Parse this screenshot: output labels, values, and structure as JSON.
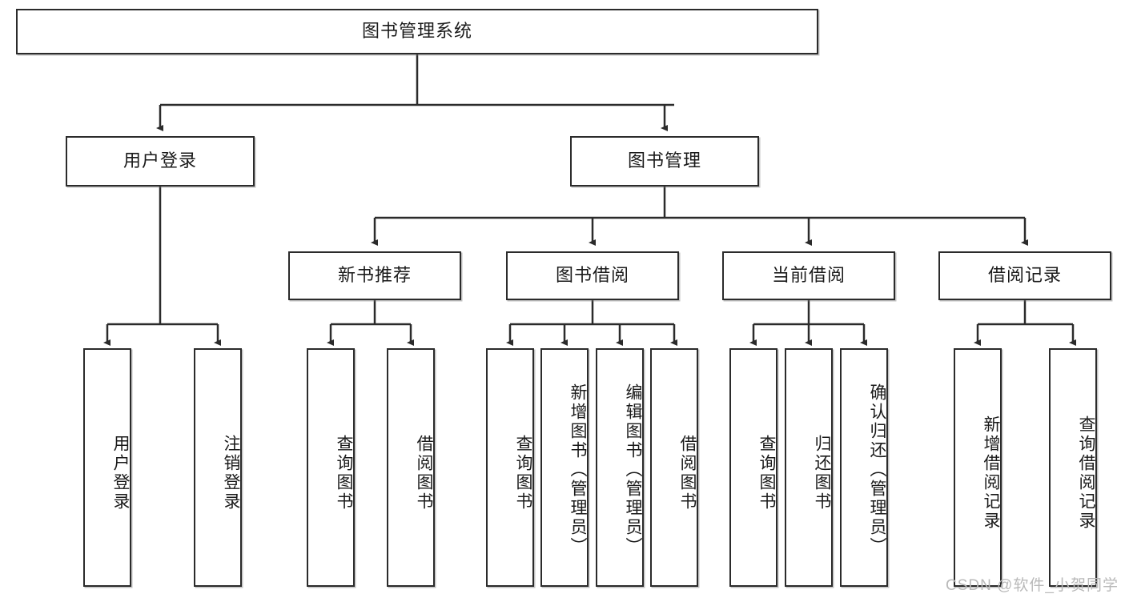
{
  "diagram": {
    "title": "图书管理系统",
    "type": "tree-hierarchy",
    "watermark": "CSDN @软件_小贺同学",
    "colors": {
      "box_border": "#2b2b2b",
      "box_fill": "#ffffff",
      "edge": "#2b2b2b",
      "text": "#1a1a1a",
      "watermark": "#b9b9b9"
    },
    "levels": {
      "root": {
        "label": "图书管理系统"
      },
      "level1": [
        {
          "label": "用户登录"
        },
        {
          "label": "图书管理"
        }
      ],
      "level2": [
        {
          "label": "新书推荐"
        },
        {
          "label": "图书借阅"
        },
        {
          "label": "当前借阅"
        },
        {
          "label": "借阅记录"
        }
      ],
      "leaves": {
        "user_login": [
          {
            "label": "用户登录"
          },
          {
            "label": "注销登录"
          }
        ],
        "new_book_recommend": [
          {
            "label": "查询图书"
          },
          {
            "label": "借阅图书"
          }
        ],
        "book_borrow": [
          {
            "label": "查询图书"
          },
          {
            "label": "新增图书（管理员）"
          },
          {
            "label": "编辑图书（管理员）"
          },
          {
            "label": "借阅图书"
          }
        ],
        "current_borrow": [
          {
            "label": "查询图书"
          },
          {
            "label": "归还图书"
          },
          {
            "label": "确认归还（管理员）"
          }
        ],
        "borrow_record": [
          {
            "label": "新增借阅记录"
          },
          {
            "label": "查询借阅记录"
          }
        ]
      }
    }
  }
}
